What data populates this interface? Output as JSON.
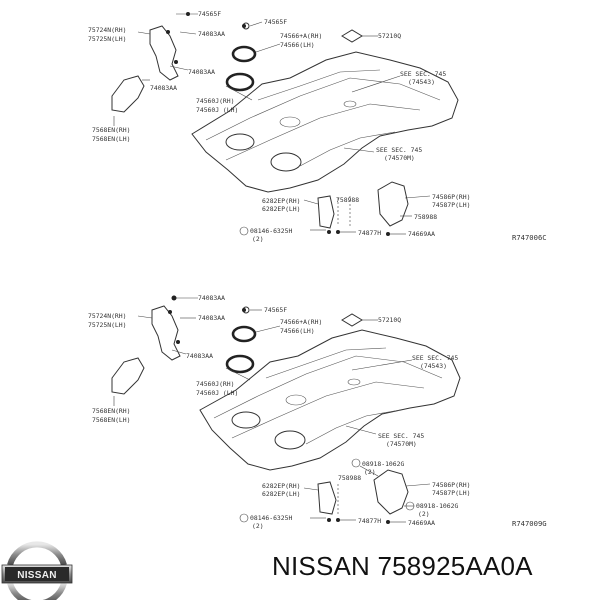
{
  "footer": {
    "brand": "NISSAN",
    "part_number": "758925AA0A"
  },
  "logo": {
    "text": "NISSAN"
  },
  "diagrams": [
    {
      "ref_code": "R747006C",
      "labels": {
        "top_clip": "74565F",
        "bracket_rh": "75724N(RH)",
        "bracket_lh": "75725N(LH)",
        "clip_a1": "74083AA",
        "clip_a2": "74083AA",
        "clip_a3": "74083AA",
        "grommet": "74565F",
        "ins_upper_rh": "74566+A(RH)",
        "ins_upper_lh": "74566(LH)",
        "cap": "57210Q",
        "sec1_title": "SEE SEC. 745",
        "sec1_sub": "(74543)",
        "ins_lower_rh": "74560J(RH)",
        "ins_lower_lh": "74560J (LH)",
        "side_rh": "7568EN(RH)",
        "side_lh": "7568EN(LH)",
        "sec2_title": "SEE SEC. 745",
        "sec2_sub": "(74570M)",
        "mid_left_rh": "6282EP(RH)",
        "mid_left_lh": "6282EP(LH)",
        "mid_part": "758988",
        "right_rh": "74586P(RH)",
        "right_lh": "74587P(LH)",
        "right_part": "758988",
        "bolt": "08146-6325H",
        "bolt_qty": "(2)",
        "bottom_mid": "74877H",
        "bottom_right": "74669AA"
      }
    },
    {
      "ref_code": "R747009G",
      "labels": {
        "top_clip": "74083AA",
        "bracket_rh": "75724N(RH)",
        "bracket_lh": "75725N(LH)",
        "clip_a1": "74083AA",
        "clip_a2": "74083AA",
        "grommet": "74565F",
        "ins_upper_rh": "74566+A(RH)",
        "ins_upper_lh": "74566(LH)",
        "cap": "57210Q",
        "sec1_title": "SEE SEC. 745",
        "sec1_sub": "(74543)",
        "ins_lower_rh": "74560J(RH)",
        "ins_lower_lh": "74560J (LH)",
        "side_rh": "7568EN(RH)",
        "side_lh": "7568EN(LH)",
        "sec2_title": "SEE SEC. 745",
        "sec2_sub": "(74570M)",
        "mid_left_rh": "6282EP(RH)",
        "mid_left_lh": "6282EP(LH)",
        "mid_part": "758988",
        "fastener_top": "08918-1062G",
        "fastener_top_qty": "(2)",
        "right_rh": "74586P(RH)",
        "right_lh": "74587P(LH)",
        "fastener_bottom": "08918-1062G",
        "fastener_bottom_qty": "(2)",
        "bolt": "08146-6325H",
        "bolt_qty": "(2)",
        "bottom_mid": "74877H",
        "bottom_right": "74669AA"
      }
    }
  ]
}
